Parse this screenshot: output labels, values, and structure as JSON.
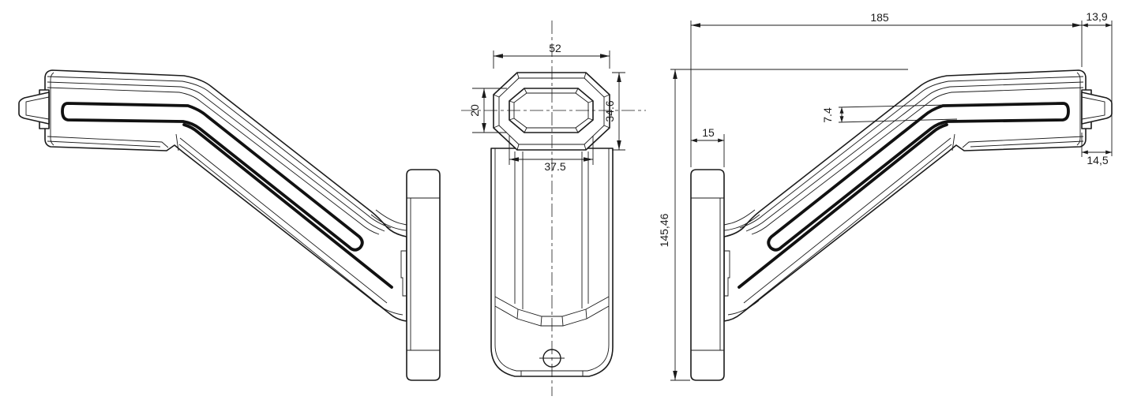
{
  "drawing": {
    "dimensions": {
      "total_length": "185",
      "tip_length_top": "13,9",
      "tip_length_bottom": "14,5",
      "bracket_width": "15",
      "lens_offset": "7.4",
      "overall_height": "145,46",
      "head_width": "52",
      "lens_inner_width": "37.5",
      "lens_height": "20",
      "head_height": "34.6"
    },
    "colors": {
      "line": "#1b1b1b",
      "lens_line": "#111111",
      "background": "#ffffff"
    }
  }
}
